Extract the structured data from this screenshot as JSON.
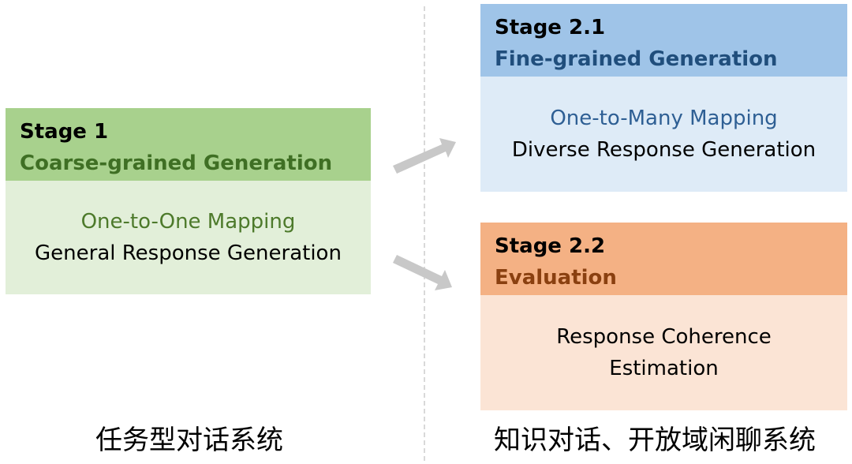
{
  "stage1": {
    "label": "Stage 1",
    "subtitle": "Coarse-grained Generation",
    "mapping": "One-to-One Mapping",
    "description": "General Response Generation"
  },
  "stage2_1": {
    "label": "Stage 2.1",
    "subtitle": "Fine-grained Generation",
    "mapping": "One-to-Many Mapping",
    "description": "Diverse Response Generation"
  },
  "stage2_2": {
    "label": "Stage 2.2",
    "subtitle": "Evaluation",
    "description_line1": "Response Coherence",
    "description_line2": "Estimation"
  },
  "captions": {
    "left": "任务型对话系统",
    "right": "知识对话、开放域闲聊系统"
  },
  "colors": {
    "stage1_header": "#a8d18d",
    "stage1_body": "#e2efd9",
    "stage2_1_header": "#9fc4e8",
    "stage2_1_body": "#deebf7",
    "stage2_2_header": "#f4b184",
    "stage2_2_body": "#fbe4d5",
    "arrow": "#c8c8c8"
  }
}
